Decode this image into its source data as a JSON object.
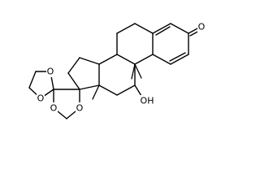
{
  "structure": {
    "atom_labels": {
      "ketone_oxygen": "O",
      "hydroxyl": "OH",
      "dioxolane_upper_o1": "O",
      "dioxolane_upper_o2": "O",
      "dioxolane_lower_o1": "O",
      "dioxolane_lower_o2": "O"
    }
  }
}
